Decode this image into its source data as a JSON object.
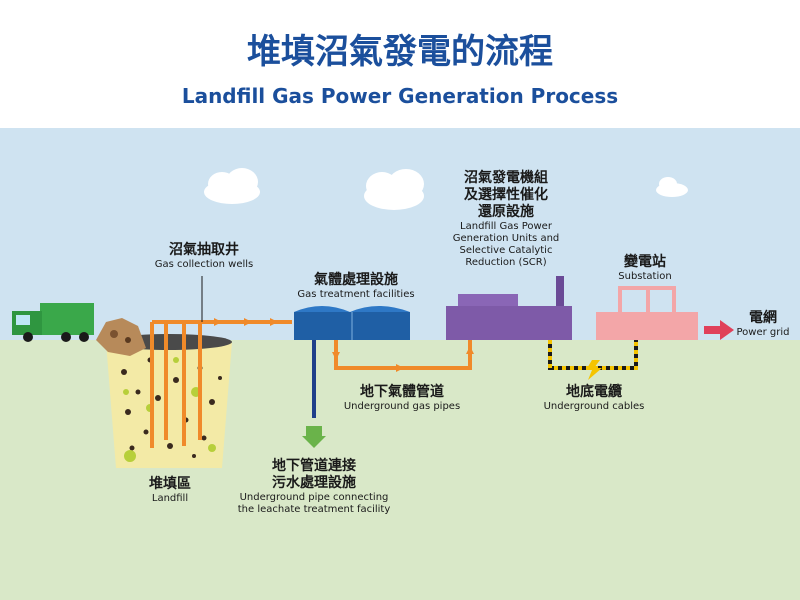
{
  "title": {
    "zh": "堆填沼氣發電的流程",
    "en": "Landfill Gas Power Generation Process"
  },
  "labels": {
    "wells": {
      "zh": "沼氣抽取井",
      "en": "Gas collection wells"
    },
    "treatment": {
      "zh": "氣體處理設施",
      "en": "Gas treatment facilities"
    },
    "generation": {
      "zh": [
        "沼氣發電機組",
        "及選擇性催化",
        "還原設施"
      ],
      "en": [
        "Landfill Gas Power",
        "Generation Units and",
        "Selective Catalytic",
        "Reduction (SCR)"
      ]
    },
    "substation": {
      "zh": "變電站",
      "en": "Substation"
    },
    "power_grid": {
      "zh": "電網",
      "en": "Power grid"
    },
    "gas_pipes": {
      "zh": "地下氣體管道",
      "en": "Underground gas pipes"
    },
    "cables": {
      "zh": "地底電纜",
      "en": "Underground cables"
    },
    "leachate": {
      "zh": [
        "地下管道連接",
        "污水處理設施"
      ],
      "en": [
        "Underground pipe connecting",
        "the leachate treatment facility"
      ]
    },
    "landfill": {
      "zh": "堆填區",
      "en": "Landfill"
    }
  },
  "colors": {
    "title_blue": "#1b4f9c",
    "sky": "#cfe3f1",
    "ground": "#d9e8c8",
    "gas_pipe": "#f08a2a",
    "treatment_blue": "#1f5fa5",
    "generator_purple": "#7e5aa8",
    "substation_pink": "#f3a6a8",
    "leachate_green": "#6ab34a",
    "truck_green": "#3aa84a",
    "arrow_red": "#e0405a"
  }
}
